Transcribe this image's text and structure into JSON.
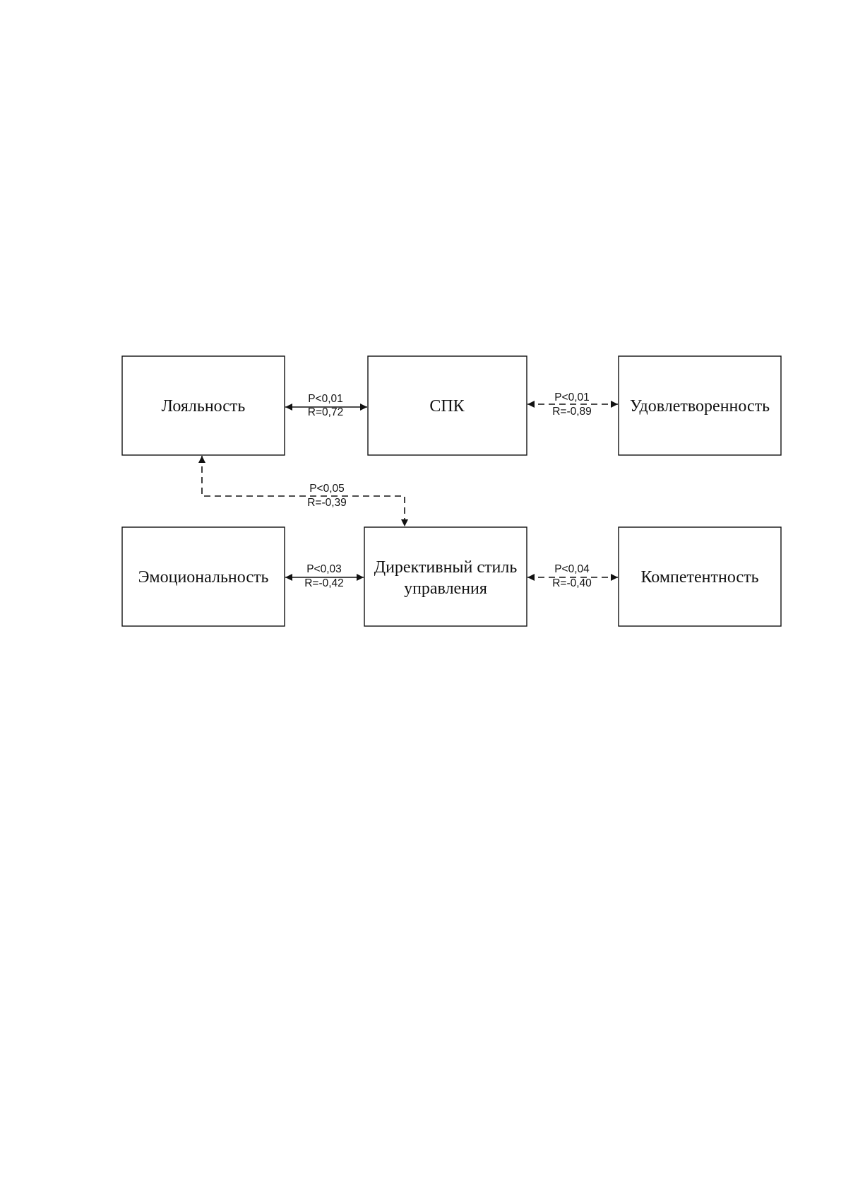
{
  "diagram": {
    "nodes": {
      "loyalty": {
        "label": "Лояльность"
      },
      "spk": {
        "label": "СПК"
      },
      "satisfaction": {
        "label": "Удовлетворенность"
      },
      "emotionality": {
        "label": "Эмоциональность"
      },
      "directive": {
        "label_line1": "Директивный стиль",
        "label_line2": "управления"
      },
      "competence": {
        "label": "Компетентность"
      }
    },
    "links": {
      "loyalty_spk": {
        "p": "P<0,01",
        "r": "R=0,72",
        "style": "solid"
      },
      "spk_satisfaction": {
        "p": "P<0,01",
        "r": "R=-0,89",
        "style": "dashed"
      },
      "loyalty_directive": {
        "p": "P<0,05",
        "r": "R=-0,39",
        "style": "dashed"
      },
      "emotionality_directive": {
        "p": "P<0,03",
        "r": "R=-0,42",
        "style": "solid"
      },
      "directive_competence": {
        "p": "P<0,04",
        "r": "R=-0,40",
        "style": "dashed"
      }
    },
    "colors": {
      "line": "#111111",
      "box_fill": "#ffffff"
    }
  }
}
